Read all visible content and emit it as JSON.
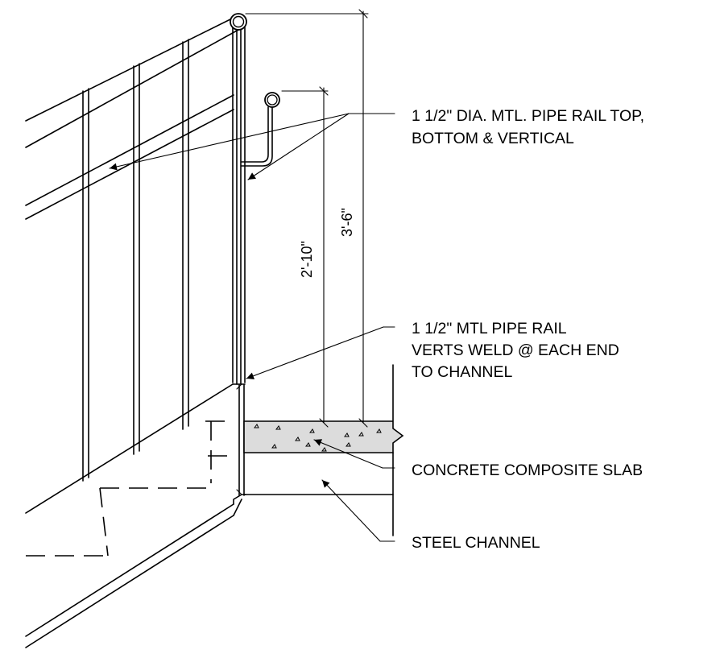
{
  "labels": {
    "pipe_rail_line1": "1 1/2\" DIA. MTL. PIPE RAIL TOP,",
    "pipe_rail_line2": "BOTTOM & VERTICAL",
    "verts_line1": "1 1/2\"  MTL PIPE RAIL",
    "verts_line2": "VERTS  WELD @ EACH END",
    "verts_line3": "TO CHANNEL",
    "slab": "CONCRETE COMPOSITE SLAB",
    "channel": "STEEL CHANNEL"
  },
  "dimensions": {
    "guardrail_height": "3'-6\"",
    "handrail_height": "2'-10\""
  },
  "colors": {
    "line": "#000000",
    "slab_fill": "#dcdcdc",
    "background": "#ffffff"
  }
}
